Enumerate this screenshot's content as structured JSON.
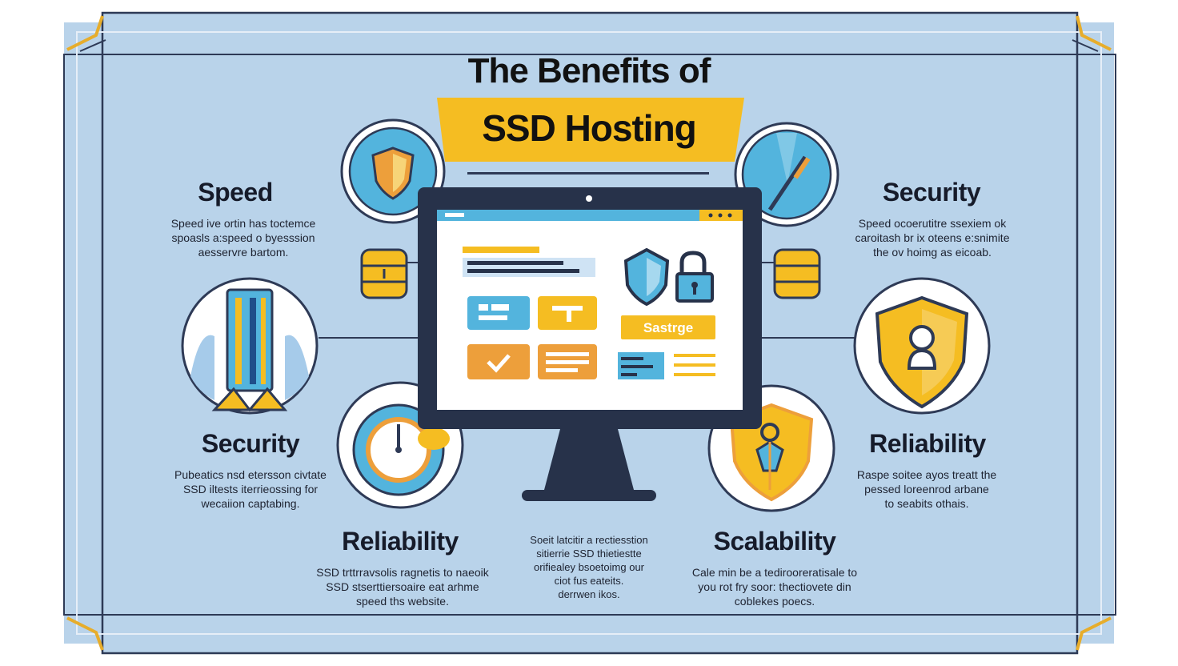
{
  "title": {
    "line1": "The Benefits of",
    "line2": "SSD Hosting"
  },
  "benefits": {
    "speed": {
      "heading": "Speed",
      "desc": [
        "Speed ive ortin has toctemce",
        "spoasls a:speed o byesssion",
        "aesservre bartom."
      ]
    },
    "security_top": {
      "heading": "Security",
      "desc": [
        "Speed ocoerutitre ssexiem ok",
        "caroitash br ix oteens e:snimite",
        "the ov hoimg as eicoab."
      ]
    },
    "security_mid": {
      "heading": "Security",
      "desc": [
        "Pubeatics nsd etersson civtate",
        "SSD iltests iterrieossing for",
        "wecaiion captabing."
      ]
    },
    "reliability_mid": {
      "heading": "Reliability",
      "desc": [
        "Raspe soitee ayos treatt the",
        "pessed loreenrod arbane",
        "to seabits othais."
      ]
    },
    "reliability_bottom": {
      "heading": "Reliability",
      "desc": [
        "SSD trttrravsolis ragnetis to naeoik",
        "SSD stserttiersoaire eat arhme",
        "speed ths website."
      ]
    },
    "center_bottom": {
      "desc": [
        "Soeit latcitir a rectiesstion",
        "sitierrie SSD thietiestte",
        "orifiealey bsoetoimg our",
        "ciot fus eateits.",
        "derrwen ikos."
      ]
    },
    "scalability": {
      "heading": "Scalability",
      "desc": [
        "Cale min be a tedirooreratisale to",
        "you rot fry soor: thectiovete din",
        "coblekes poecs."
      ]
    }
  },
  "screen": {
    "badge_label": "Sastrge"
  },
  "colors": {
    "background": "#b9d3ea",
    "accent_yellow": "#f5bd22",
    "accent_blue": "#53b4dd",
    "navy": "#27324a",
    "orange": "#ed9f3b",
    "gold_trim": "#e7ad2b"
  },
  "icons": [
    "shield-icon",
    "knife-icon",
    "database-icon",
    "ssd-drive-icon",
    "security-shield-icon",
    "stopwatch-icon",
    "shield-lock-icon",
    "padlock-icon",
    "check-icon"
  ]
}
